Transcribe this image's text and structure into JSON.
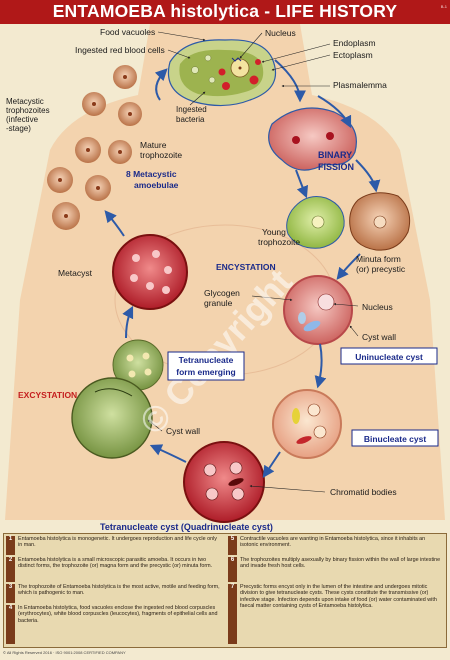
{
  "title": {
    "main": "ENTAMOEBA histolytica",
    "separator": "-",
    "sub": "LIFE HISTORY",
    "code": "B-1"
  },
  "labels": {
    "food_vacuoles": "Food vacuoles",
    "nucleus_top": "Nucleus",
    "ingested_rbc": "Ingested red blood cells",
    "endoplasm": "Endoplasm",
    "ectoplasm": "Ectoplasm",
    "plasmalemma": "Plasmalemma",
    "ingested_bacteria": [
      "Ingested",
      "bacteria"
    ],
    "metacystic_trophozoites": [
      "Metacystic",
      "trophozoites",
      "(infective",
      "-stage)"
    ],
    "mature_trophozoite": [
      "Mature",
      "trophozoite"
    ],
    "metacystic_amoebulae": [
      "8 Metacystic",
      "amoebulae"
    ],
    "binary_fission": [
      "BINARY",
      "FISSION"
    ],
    "young_trophozoite": [
      "Young",
      "trophozoite"
    ],
    "encystation": "ENCYSTATION",
    "minuta_form": [
      "Minuta form",
      "(or) precystic"
    ],
    "metacyst": "Metacyst",
    "glycogen_granule": [
      "Glycogen",
      "granule"
    ],
    "nucleus_cyst": "Nucleus",
    "cyst_wall": "Cyst wall",
    "uninucleate_cyst": "Uninucleate cyst",
    "tetranucleate_emerging": [
      "Tetranucleate",
      "form emerging"
    ],
    "excystation": "EXCYSTATION",
    "cyst_wall_left": "Cyst wall",
    "binucleate_cyst": "Binucleate cyst",
    "chromatid_bodies": "Chromatid bodies",
    "tetranucleate_cyst": "Tetranucleate cyst (Quadrinucleate cyst)",
    "watermark": "© Copyright"
  },
  "notes": [
    {
      "num": "1",
      "text": "Entamoeba histolytica is monogenetic. It undergoes reproduction and life cycle only in man."
    },
    {
      "num": "2",
      "text": "Entamoeba histolytica is a small microscopic parasitic amoeba. It occurs in two distinct forms, the trophozoite (or) magna form and the precystic (or) minuta form."
    },
    {
      "num": "3",
      "text": "The trophozoite of Entamoeba histolytica is the most active, motile and feeding form, which is pathogenic to man."
    },
    {
      "num": "4",
      "text": "In Entamoeba histolytica, food vacuoles enclose the ingested red blood corpuscles (erythrocytes), white blood corpuscles (leucocytes), fragments of epithelial cells and bacteria."
    },
    {
      "num": "5",
      "text": "Contractile vacuoles are wanting in Entamoeba histolytica, since it inhabits an isotonic environment."
    },
    {
      "num": "6",
      "text": "The trophozoites multiply asexually by binary fission within the wall of large intestine and invade fresh host cells."
    },
    {
      "num": "7",
      "text": "Precystic forms encyst only in the lumen of the intestine and undergoes mitotic division to give tetranucleate cysts. These cysts constitute the transmissive (or) infective stage. Infection depends upon intake of food (or) water contaminated with faecal matter containing cysts of Entamoeba histolytica."
    }
  ],
  "footer": "© All Rights Reserved 2016 · ISO 9001:2008 CERTIFIED COMPANY",
  "colors": {
    "title_bg": "#b01818",
    "label_blue": "#1a2a8a",
    "accent_red": "#c41e1e",
    "arrow": "#2d5aa8"
  }
}
